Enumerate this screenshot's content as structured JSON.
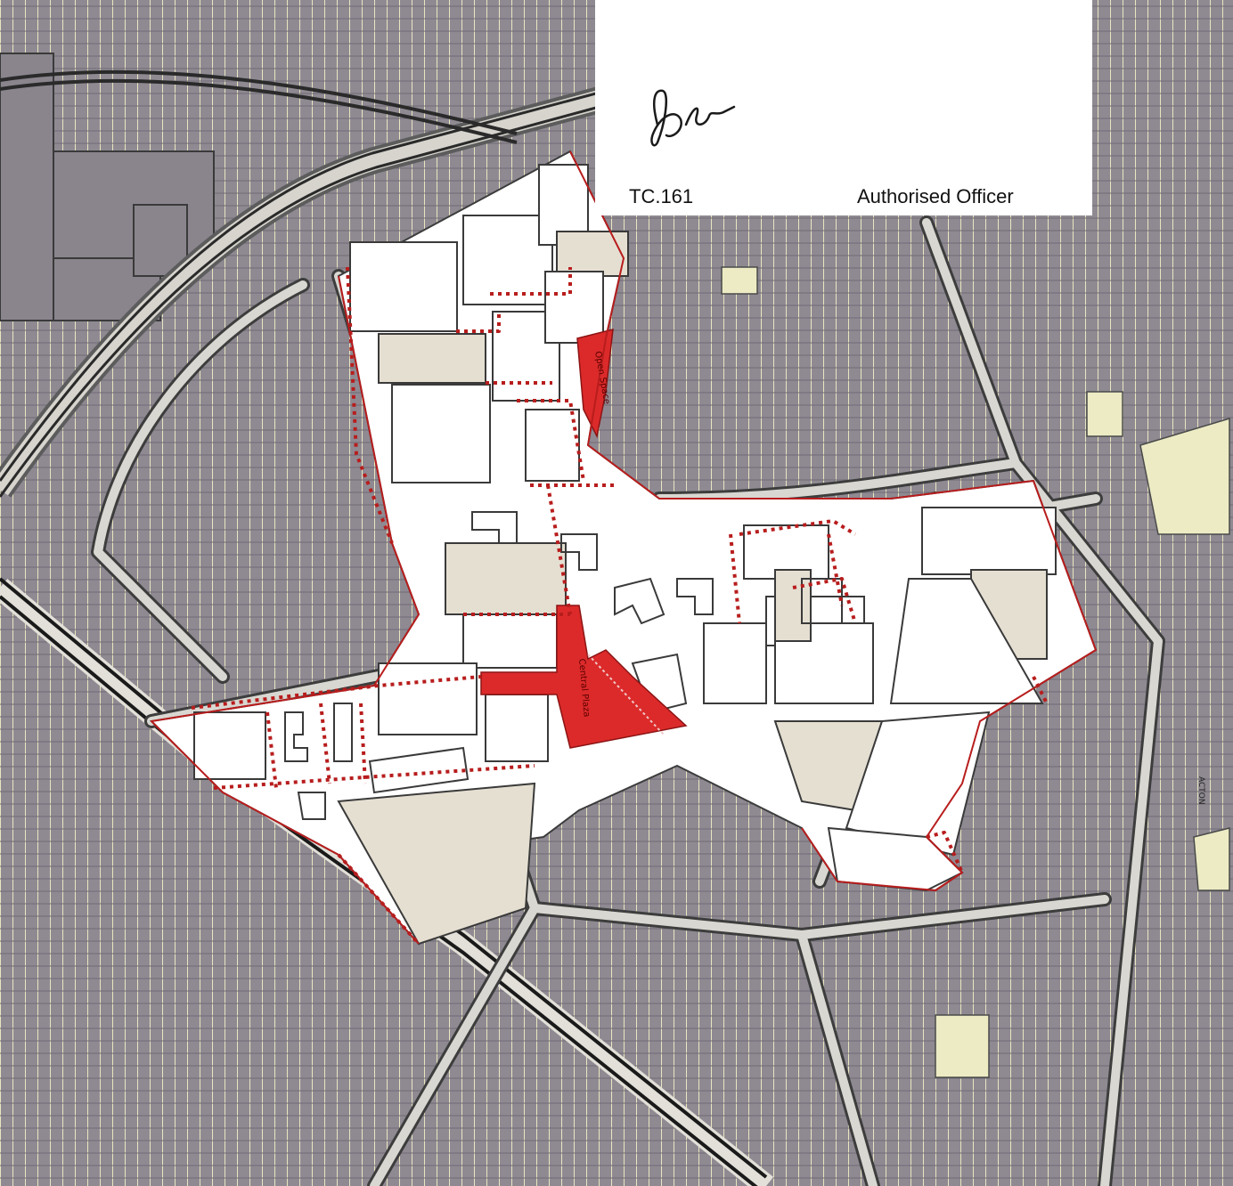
{
  "map": {
    "colors": {
      "building": "#8f8a92",
      "building_dark": "#7a7580",
      "open_land": "#ecebc4",
      "road_casing": "#3c3c3c",
      "road_fill": "#d8d6d0",
      "railway": "#1d1d1d",
      "plot_white": "#ffffff",
      "plot_beige": "#e7e1d3",
      "highlight_red": "#dc2a2a",
      "boundary_red": "#b81d1d"
    },
    "labels": {
      "red_north": "Open Space",
      "red_central": "Central Plaza",
      "street_east": "ACTON"
    }
  },
  "panel": {
    "reference": "TC.161",
    "officer_label": "Authorised Officer"
  }
}
